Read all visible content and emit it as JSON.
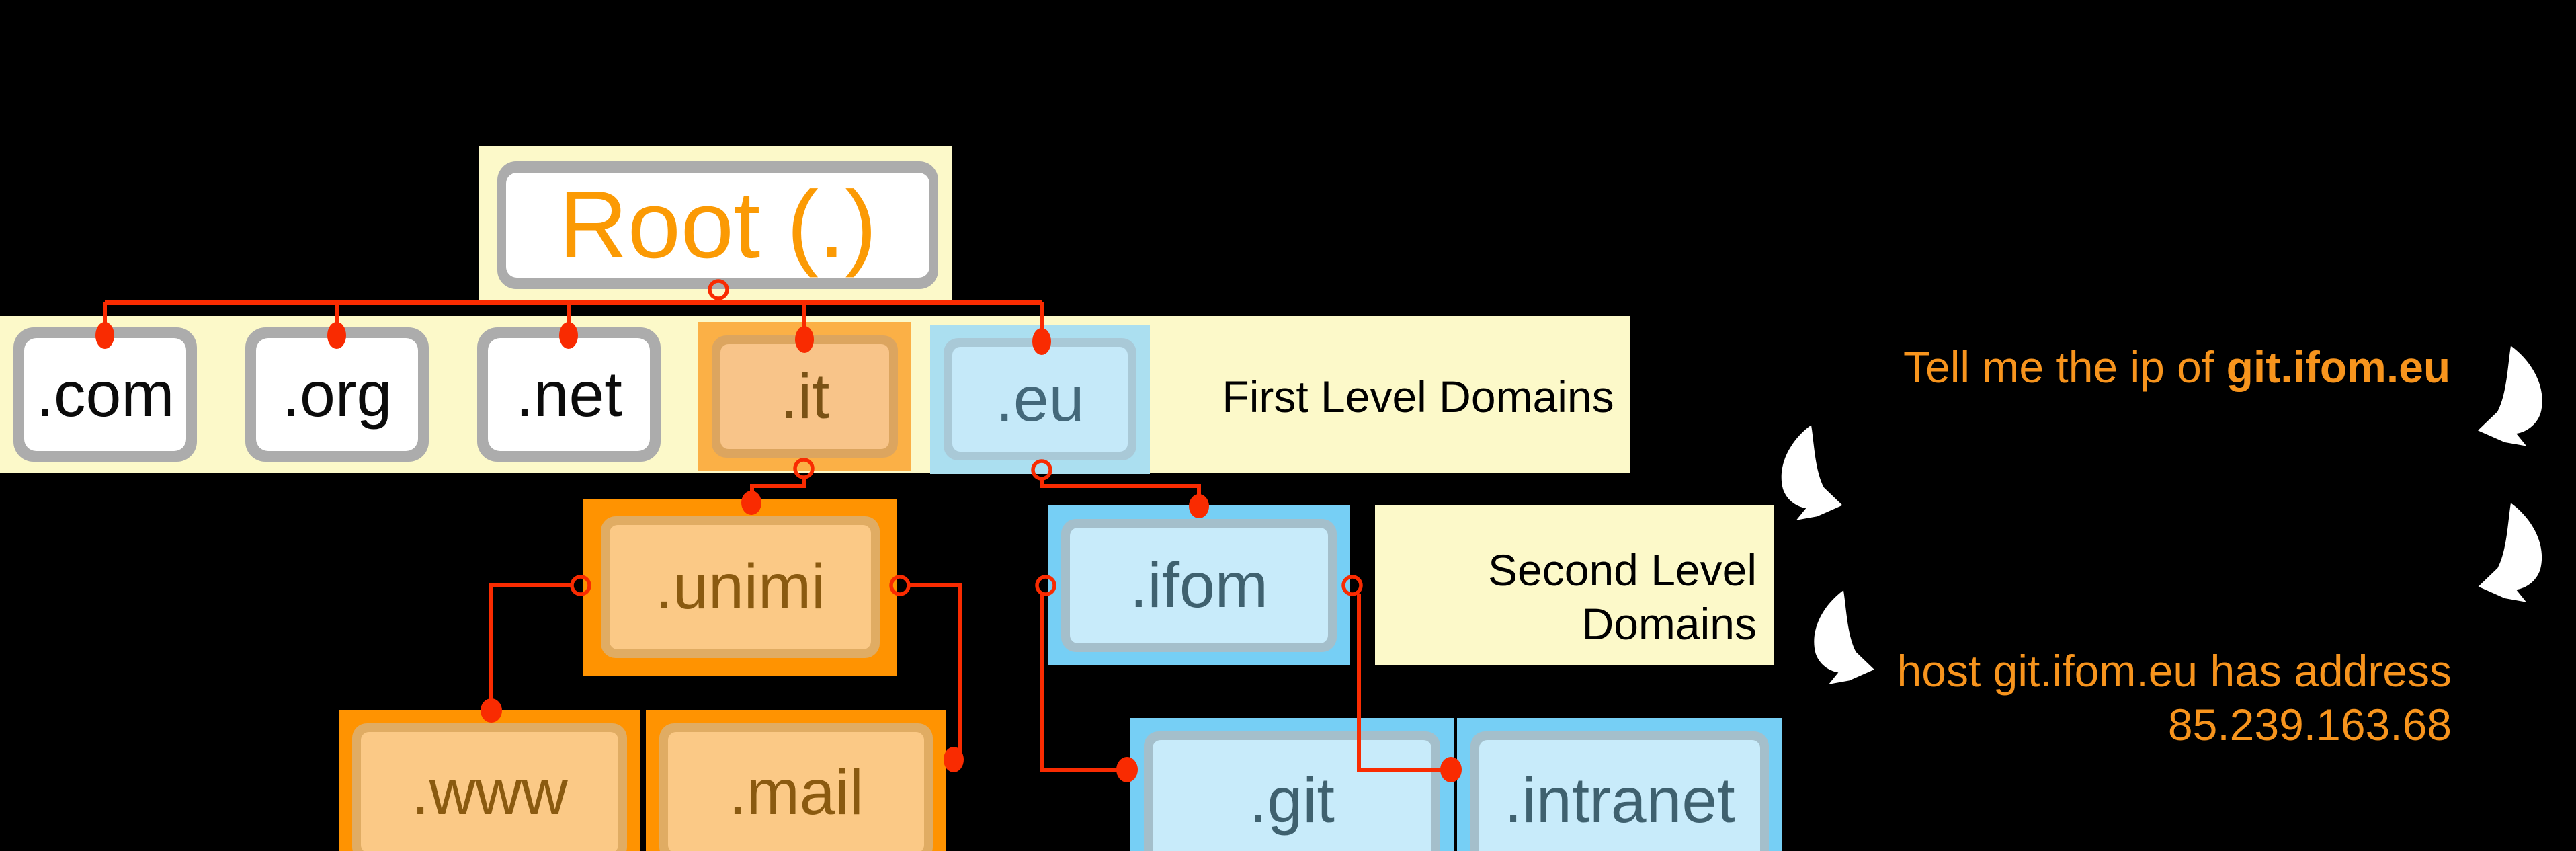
{
  "title": "DNS hierarchy diagram",
  "colors": {
    "background": "#000000",
    "connector_red": "#F92B01",
    "panel_yellow": "#FCF9C9",
    "gray_node": "#ACACAC",
    "amber_node": "#FBB046",
    "orange_node": "#FF9301",
    "orange_node_fill": "#FBC986",
    "pale_blue_node": "#ABDFF0",
    "bright_blue_node": "#76CFF5",
    "blue_node_fill": "#C8EBFA",
    "root_text": "#FB9A04",
    "annotation_orange": "#F7941D",
    "arrow_white": "#FFFFFF",
    "label_black": "#000000"
  },
  "root": {
    "label": "Root (.)"
  },
  "levels": {
    "first": {
      "label": "First Level Domains",
      "nodes": {
        "com": ".com",
        "org": ".org",
        "net": ".net",
        "it": ".it",
        "eu": ".eu"
      }
    },
    "second": {
      "label_line1": "Second Level",
      "label_line2": "Domains",
      "nodes": {
        "unimi": ".unimi",
        "ifom": ".ifom"
      }
    },
    "third": {
      "nodes": {
        "www": ".www",
        "mail": ".mail",
        "git": ".git",
        "intranet": ".intranet"
      }
    }
  },
  "annotations": {
    "query": {
      "prefix": "Tell me the ip of ",
      "highlight": "git.ifom.eu"
    },
    "response": {
      "line1": "host git.ifom.eu has address",
      "line2": "85.239.163.68"
    }
  }
}
